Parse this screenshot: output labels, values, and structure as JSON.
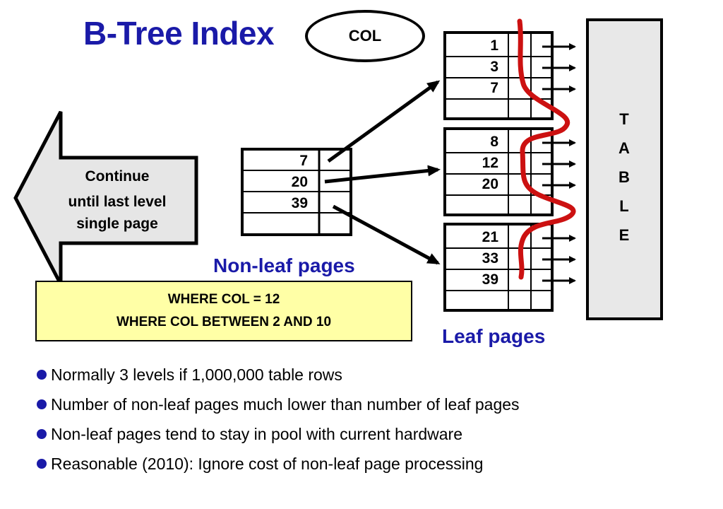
{
  "title": "B-Tree Index",
  "col_label": "COL",
  "continue_arrow": {
    "lines": [
      "Continue",
      "until last level",
      "single page"
    ]
  },
  "query_box": {
    "line1": "WHERE COL = 12",
    "line2": "WHERE COL BETWEEN 2 AND 10"
  },
  "non_leaf": {
    "caption": "Non-leaf pages",
    "keys": [
      "7",
      "20",
      "39"
    ]
  },
  "leaf": {
    "caption": "Leaf pages",
    "pages": [
      {
        "keys": [
          "1",
          "3",
          "7"
        ]
      },
      {
        "keys": [
          "8",
          "12",
          "20"
        ]
      },
      {
        "keys": [
          "21",
          "33",
          "39"
        ]
      }
    ]
  },
  "table_label": [
    "T",
    "A",
    "B",
    "L",
    "E"
  ],
  "bullets": [
    "Normally 3 levels if 1,000,000 table rows",
    "Number of non-leaf pages much lower than number of leaf pages",
    "Non-leaf pages tend to stay in pool with current hardware",
    "Reasonable (2010): Ignore cost of non-leaf page processing"
  ],
  "colors": {
    "title_blue": "#1a1aa8",
    "query_fill": "#ffffa6",
    "arrow_fill": "#e6e6e6",
    "red_scribble": "#cc1111"
  }
}
